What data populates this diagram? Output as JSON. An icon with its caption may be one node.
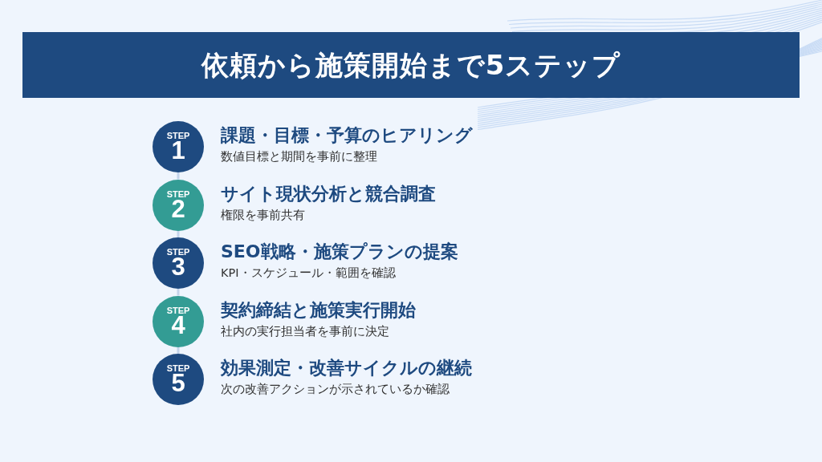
{
  "diagram": {
    "title": "依頼から施策開始まで5ステップ",
    "nodes": [
      {
        "text": [
          "STEP",
          "1"
        ],
        "beside": [
          "課題・目標・予算のヒアリング",
          "数値目標と期間を事前に整理"
        ]
      },
      {
        "text": [
          "STEP",
          "2"
        ],
        "beside": [
          "サイト現状分析と競合調査",
          "権限を事前共有"
        ]
      },
      {
        "text": [
          "STEP",
          "3"
        ],
        "beside": [
          "SEO戦略・施策プランの提案",
          "KPI・スケジュール・範囲を確認"
        ]
      },
      {
        "text": [
          "STEP",
          "4"
        ],
        "beside": [
          "契約締結と施策実行開始",
          "社内の実行担当者を事前に決定"
        ]
      },
      {
        "text": [
          "STEP",
          "5"
        ],
        "beside": [
          "効果測定・改善サイクルの継続",
          "次の改善アクションが示されているか確認"
        ]
      }
    ],
    "edges": [
      {
        "from": 0,
        "to": 1,
        "arrow": "none"
      },
      {
        "from": 1,
        "to": 2,
        "arrow": "none"
      },
      {
        "from": 2,
        "to": 3,
        "arrow": "none"
      },
      {
        "from": 3,
        "to": 4,
        "arrow": "none"
      }
    ]
  }
}
